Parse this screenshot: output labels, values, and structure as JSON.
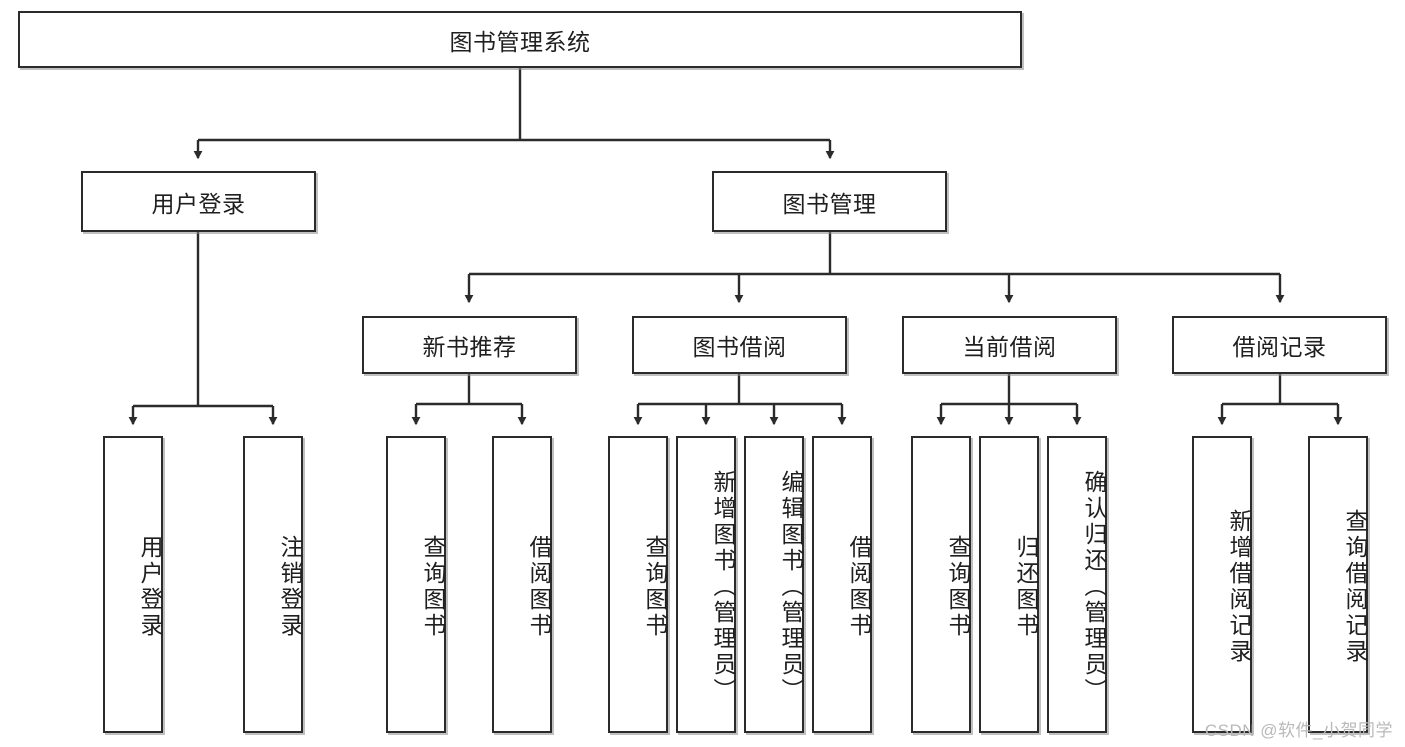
{
  "diagram": {
    "type": "tree-hierarchy",
    "title": "图书管理系统",
    "watermark": "CSDN @软件_小贺同学",
    "colors": {
      "stroke": "#2b2b2b",
      "fill": "#ffffff",
      "text": "#1f1f1f",
      "shadow": "#8c8c8c",
      "watermark": "#b9b9b9"
    },
    "levels": {
      "root": {
        "label": "图书管理系统"
      },
      "level2": [
        {
          "id": "user-login",
          "label": "用户登录"
        },
        {
          "id": "book-manage",
          "label": "图书管理"
        }
      ],
      "level3": [
        {
          "id": "new-book-recommend",
          "label": "新书推荐",
          "parent": "book-manage"
        },
        {
          "id": "book-borrow",
          "label": "图书借阅",
          "parent": "book-manage"
        },
        {
          "id": "current-borrow",
          "label": "当前借阅",
          "parent": "book-manage"
        },
        {
          "id": "borrow-record",
          "label": "借阅记录",
          "parent": "book-manage"
        }
      ],
      "leaves": [
        {
          "id": "leaf-user-login",
          "label": "用户登录",
          "parent": "user-login"
        },
        {
          "id": "leaf-logout-login",
          "label": "注销登录",
          "parent": "user-login"
        },
        {
          "id": "leaf-query-book-1",
          "label": "查询图书",
          "parent": "new-book-recommend"
        },
        {
          "id": "leaf-borrow-book-1",
          "label": "借阅图书",
          "parent": "new-book-recommend"
        },
        {
          "id": "leaf-query-book-2",
          "label": "查询图书",
          "parent": "book-borrow"
        },
        {
          "id": "leaf-add-book",
          "label": "新增图书（管理员）",
          "parent": "book-borrow"
        },
        {
          "id": "leaf-edit-book",
          "label": "编辑图书（管理员）",
          "parent": "book-borrow"
        },
        {
          "id": "leaf-borrow-book-2",
          "label": "借阅图书",
          "parent": "book-borrow"
        },
        {
          "id": "leaf-query-book-3",
          "label": "查询图书",
          "parent": "current-borrow"
        },
        {
          "id": "leaf-return-book",
          "label": "归还图书",
          "parent": "current-borrow"
        },
        {
          "id": "leaf-confirm-return",
          "label": "确认归还（管理员）",
          "parent": "current-borrow"
        },
        {
          "id": "leaf-add-record",
          "label": "新增借阅记录",
          "parent": "borrow-record"
        },
        {
          "id": "leaf-query-record",
          "label": "查询借阅记录",
          "parent": "borrow-record"
        }
      ]
    }
  }
}
